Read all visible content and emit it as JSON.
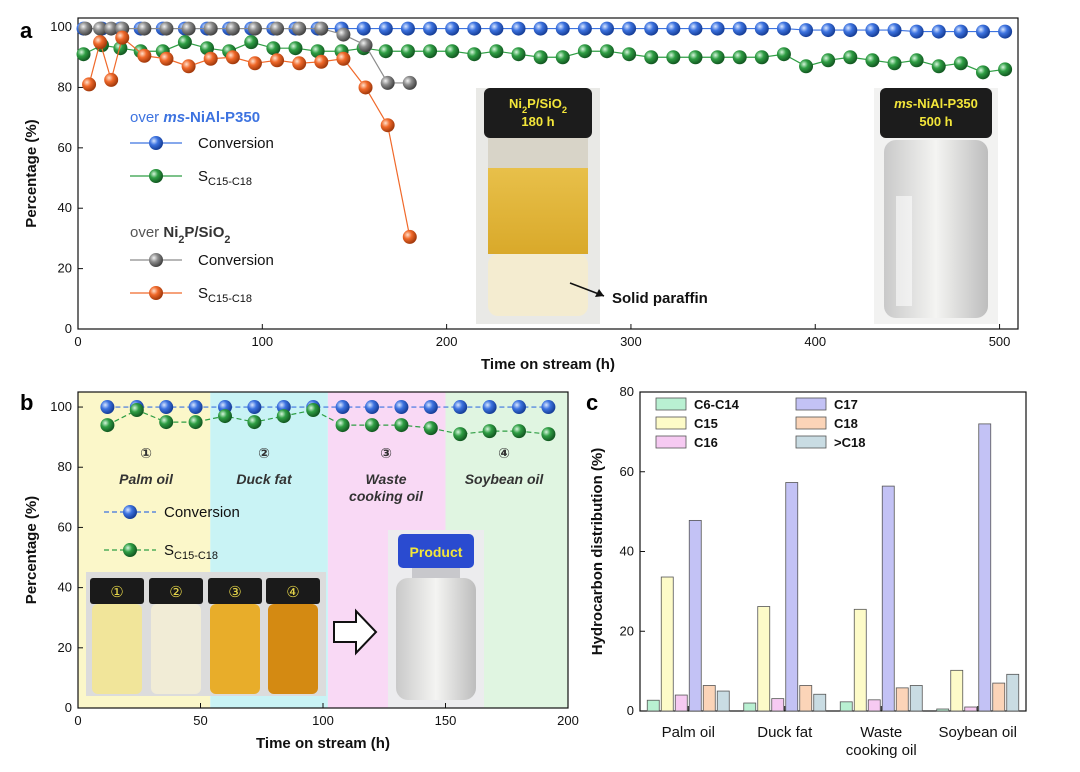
{
  "panel_labels": {
    "a": "a",
    "b": "b",
    "c": "c"
  },
  "colors": {
    "blue": "#3d73e0",
    "green": "#2f9e44",
    "gray": "#8c8c8c",
    "orange": "#f0692a"
  },
  "panel_a": {
    "legend": {
      "group1_prefix": "over ",
      "group1_catalyst": "ms-NiAl-P350",
      "group2_prefix": "over ",
      "group2_catalyst": "Ni2P/SiO2",
      "conversion": "Conversion",
      "selectivity": "SC15-C18"
    },
    "photo1": {
      "line1": "Ni2P/SiO2",
      "line2": "180 h"
    },
    "photo2": {
      "line1": "ms-NiAl-P350",
      "line2": "500 h"
    },
    "annotation": "Solid paraffin"
  },
  "panel_b": {
    "regions": [
      {
        "num": "①",
        "name": "Palm oil"
      },
      {
        "num": "②",
        "name": "Duck fat"
      },
      {
        "num": "③",
        "name": "Waste cooking oil"
      },
      {
        "num": "④",
        "name": "Soybean oil"
      }
    ],
    "legend": {
      "conversion": "Conversion",
      "selectivity": "SC15-C18"
    },
    "vial_numbers": [
      "①",
      "②",
      "③",
      "④"
    ],
    "product_label": "Product"
  },
  "chart_data": [
    {
      "id": "a",
      "type": "scatter",
      "xlabel": "Time on stream (h)",
      "ylabel": "Percentage (%)",
      "xlim": [
        0,
        510
      ],
      "ylim": [
        0,
        103
      ],
      "xticks": [
        0,
        100,
        200,
        300,
        400,
        500
      ],
      "yticks": [
        0,
        20,
        40,
        60,
        80,
        100
      ],
      "series": [
        {
          "name": "Conversion (ms-NiAl-P350)",
          "color": "#3d73e0",
          "x": [
            3,
            13,
            23,
            34,
            46,
            58,
            70,
            82,
            94,
            106,
            118,
            130,
            143,
            155,
            167,
            179,
            191,
            203,
            215,
            227,
            239,
            251,
            263,
            275,
            287,
            299,
            311,
            323,
            335,
            347,
            359,
            371,
            383,
            395,
            407,
            419,
            431,
            443,
            455,
            467,
            479,
            491,
            503
          ],
          "y": [
            99.5,
            99.5,
            99.5,
            99.5,
            99.5,
            99.5,
            99.5,
            99.5,
            99.5,
            99.5,
            99.5,
            99.5,
            99.5,
            99.5,
            99.5,
            99.5,
            99.5,
            99.5,
            99.5,
            99.5,
            99.5,
            99.5,
            99.5,
            99.5,
            99.5,
            99.5,
            99.5,
            99.5,
            99.5,
            99.5,
            99.5,
            99.5,
            99.5,
            99,
            99,
            99,
            99,
            99,
            98.5,
            98.5,
            98.5,
            98.5,
            98.5
          ]
        },
        {
          "name": "SC15-C18 (ms-NiAl-P350)",
          "color": "#2f9e44",
          "x": [
            3,
            13,
            23,
            34,
            46,
            58,
            70,
            82,
            94,
            106,
            118,
            130,
            143,
            155,
            167,
            179,
            191,
            203,
            215,
            227,
            239,
            251,
            263,
            275,
            287,
            299,
            311,
            323,
            335,
            347,
            359,
            371,
            383,
            395,
            407,
            419,
            431,
            443,
            455,
            467,
            479,
            491,
            503
          ],
          "y": [
            91,
            94,
            93,
            92,
            92,
            95,
            93,
            92,
            95,
            93,
            93,
            92,
            92,
            93,
            92,
            92,
            92,
            92,
            91,
            92,
            91,
            90,
            90,
            92,
            92,
            91,
            90,
            90,
            90,
            90,
            90,
            90,
            91,
            87,
            89,
            90,
            89,
            88,
            89,
            87,
            88,
            85,
            86
          ]
        },
        {
          "name": "Conversion (Ni2P/SiO2)",
          "color": "#8c8c8c",
          "x": [
            4,
            12,
            18,
            24,
            36,
            48,
            60,
            72,
            84,
            96,
            108,
            120,
            132,
            144,
            156,
            168,
            180
          ],
          "y": [
            99.5,
            99.5,
            99.5,
            99.5,
            99.5,
            99.5,
            99.5,
            99.5,
            99.5,
            99.5,
            99.5,
            99.5,
            99.5,
            97.5,
            94,
            81.5,
            81.5
          ]
        },
        {
          "name": "SC15-C18 (Ni2P/SiO2)",
          "color": "#f0692a",
          "x": [
            6,
            12,
            18,
            24,
            36,
            48,
            60,
            72,
            84,
            96,
            108,
            120,
            132,
            144,
            156,
            168,
            180
          ],
          "y": [
            81,
            95,
            82.5,
            96.5,
            90.5,
            89.5,
            87,
            89.5,
            90,
            88,
            89,
            88,
            88.5,
            89.5,
            80,
            67.5,
            30.5
          ]
        }
      ]
    },
    {
      "id": "b",
      "type": "scatter",
      "xlabel": "Time on stream (h)",
      "ylabel": "Percentage (%)",
      "xlim": [
        0,
        200
      ],
      "ylim": [
        0,
        105
      ],
      "xticks": [
        0,
        50,
        100,
        150,
        200
      ],
      "yticks": [
        0,
        20,
        40,
        60,
        80,
        100
      ],
      "regions_x": [
        [
          0,
          54
        ],
        [
          54,
          102
        ],
        [
          102,
          150
        ],
        [
          150,
          200
        ]
      ],
      "series": [
        {
          "name": "Conversion",
          "color": "#3d73e0",
          "x": [
            12,
            24,
            36,
            48,
            60,
            72,
            84,
            96,
            108,
            120,
            132,
            144,
            156,
            168,
            180,
            192
          ],
          "y": [
            100,
            100,
            100,
            100,
            100,
            100,
            100,
            100,
            100,
            100,
            100,
            100,
            100,
            100,
            100,
            100
          ]
        },
        {
          "name": "SC15-C18",
          "color": "#2f9e44",
          "x": [
            12,
            24,
            36,
            48,
            60,
            72,
            84,
            96,
            108,
            120,
            132,
            144,
            156,
            168,
            180,
            192
          ],
          "y": [
            94,
            99,
            95,
            95,
            97,
            95,
            97,
            99,
            94,
            94,
            94,
            93,
            91,
            92,
            92,
            91
          ]
        }
      ]
    },
    {
      "id": "c",
      "type": "bar",
      "ylabel": "Hydrocarbon distribution (%)",
      "ylim": [
        0,
        80
      ],
      "yticks": [
        0,
        20,
        40,
        60,
        80
      ],
      "categories": [
        "Palm oil",
        "Duck fat",
        "Waste cooking oil",
        "Soybean oil"
      ],
      "category_lines": [
        [
          "Palm oil"
        ],
        [
          "Duck fat"
        ],
        [
          "Waste",
          "cooking oil"
        ],
        [
          "Soybean oil"
        ]
      ],
      "series": [
        {
          "name": "C6-C14",
          "color": "#b9f0d2",
          "values": [
            2.7,
            2.0,
            2.3,
            0.5
          ]
        },
        {
          "name": "C15",
          "color": "#fdfbc8",
          "values": [
            33.6,
            26.2,
            25.5,
            10.2
          ]
        },
        {
          "name": "C16",
          "color": "#f6caf2",
          "values": [
            4.0,
            3.1,
            2.8,
            1.0
          ]
        },
        {
          "name": "C17",
          "color": "#c3c2f5",
          "values": [
            47.8,
            57.3,
            56.4,
            72.0
          ]
        },
        {
          "name": "C18",
          "color": "#fbd4b8",
          "values": [
            6.4,
            6.4,
            5.8,
            7.0
          ]
        },
        {
          "name": ">C18",
          "color": "#c9dce3",
          "values": [
            5.0,
            4.2,
            6.4,
            9.2
          ]
        }
      ]
    }
  ]
}
